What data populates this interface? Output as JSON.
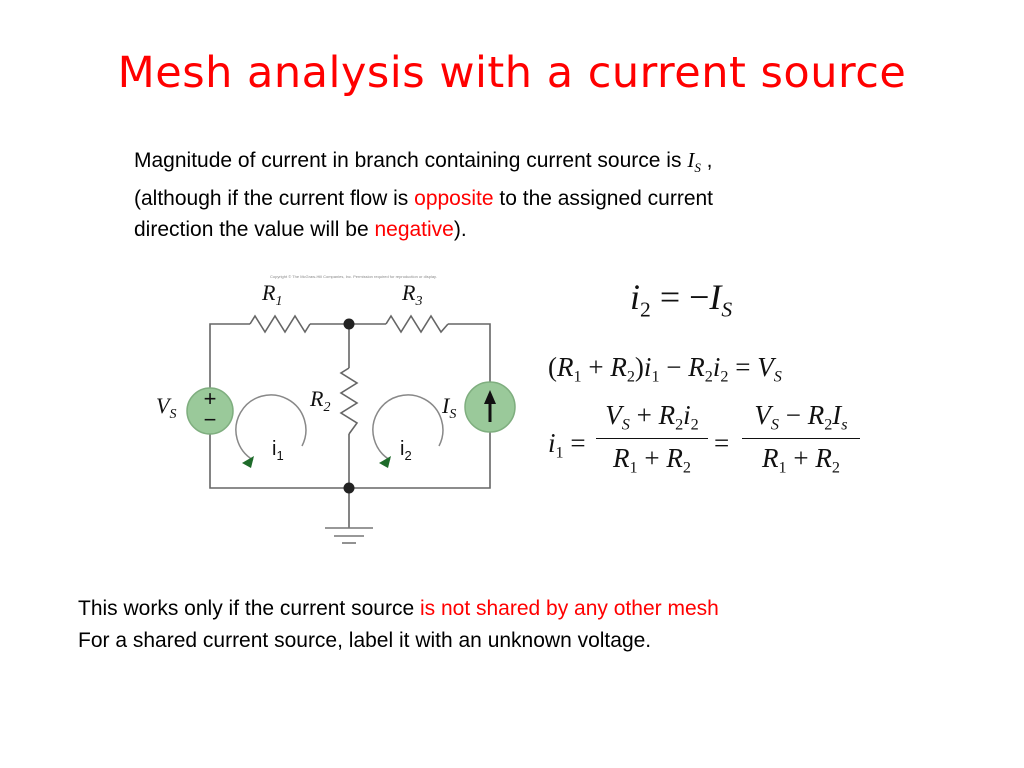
{
  "title": "Mesh analysis with a current source",
  "intro": {
    "line1_text": "Magnitude of current in branch containing current source is ",
    "symbol_I": "I",
    "symbol_sub": "S",
    "line1_end": " ,",
    "line2_pre": "(although if the current flow is ",
    "line2_red": "opposite",
    "line2_post": " to the assigned current",
    "line3_pre": "direction the value will be ",
    "line3_red": "negative",
    "line3_post": ")."
  },
  "circuit": {
    "copyright": "Copyright © The McGraw-Hill Companies, Inc. Permission required for reproduction or display.",
    "r1": "R",
    "r1_sub": "1",
    "r2": "R",
    "r2_sub": "2",
    "r3": "R",
    "r3_sub": "3",
    "vs": "V",
    "vs_sub": "S",
    "is": "I",
    "is_sub": "S",
    "plus": "+",
    "minus": "−",
    "i1": "i",
    "i1_sub": "1",
    "i2": "i",
    "i2_sub": "2"
  },
  "equations": {
    "eq1": {
      "lhs_i": "i",
      "lhs_sub": "2",
      "op": " = −",
      "rhs_i": "I",
      "rhs_sub": "S"
    },
    "eq2": {
      "p1": "(",
      "r1": "R",
      "s1": "1",
      "plus": " + ",
      "r2": "R",
      "s2": "2",
      "p2": ")",
      "i": "i",
      "is": "1",
      "minus": " − ",
      "r2b": "R",
      "s2b": "2",
      "i2": "i",
      "s3": "2",
      "eq": " = ",
      "v": "V",
      "vs": "S"
    },
    "eq3": {
      "lhs_i": "i",
      "lhs_sub": "1",
      "eq": "=",
      "eq_b": "=",
      "f1_num": {
        "v": "V",
        "vs": "S",
        "plus": " + ",
        "r": "R",
        "rs": "2",
        "i": "i",
        "is": "2"
      },
      "f1_den": {
        "r1": "R",
        "s1": "1",
        "plus": " + ",
        "r2": "R",
        "s2": "2"
      },
      "f2_num": {
        "v": "V",
        "vs": "S",
        "minus": " − ",
        "r": "R",
        "rs": "2",
        "i": "I",
        "is": "s"
      },
      "f2_den": {
        "r1": "R",
        "s1": "1",
        "plus": " + ",
        "r2": "R",
        "s2": "2"
      }
    }
  },
  "bottom": {
    "line1_pre": "This works only if the current source ",
    "line1_red": "is not shared by any other mesh",
    "line2": "For a shared current source, label it with an unknown voltage."
  },
  "colors": {
    "accent": "#ff0000",
    "source_fill": "#9ac99a",
    "wire": "#666666"
  }
}
